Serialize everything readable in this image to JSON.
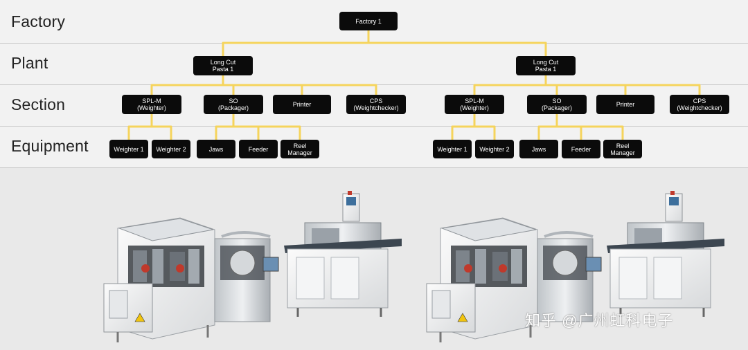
{
  "levels": [
    "Factory",
    "Plant",
    "Section",
    "Equipment"
  ],
  "factory": {
    "label": "Factory 1"
  },
  "plants": [
    {
      "label": "Long Cut\nPasta 1",
      "sections": [
        {
          "label": "SPL-M\n(Weighter)",
          "equipment": [
            "Weighter 1",
            "Weighter 2"
          ]
        },
        {
          "label": "SO\n(Packager)",
          "equipment": [
            "Jaws",
            "Feeder",
            "Reel\nManager"
          ]
        },
        {
          "label": "Printer",
          "equipment": []
        },
        {
          "label": "CPS\n(Weightchecker)",
          "equipment": []
        }
      ]
    },
    {
      "label": "Long Cut\nPasta 1",
      "sections": [
        {
          "label": "SPL-M\n(Weighter)",
          "equipment": [
            "Weighter 1",
            "Weighter 2"
          ]
        },
        {
          "label": "SO\n(Packager)",
          "equipment": [
            "Jaws",
            "Feeder",
            "Reel\nManager"
          ]
        },
        {
          "label": "Printer",
          "equipment": []
        },
        {
          "label": "CPS\n(Weightchecker)",
          "equipment": []
        }
      ]
    }
  ],
  "colors": {
    "connector": "#f5d45c",
    "node": "#0b0b0b"
  },
  "watermark": "知乎 @广州虹科电子"
}
